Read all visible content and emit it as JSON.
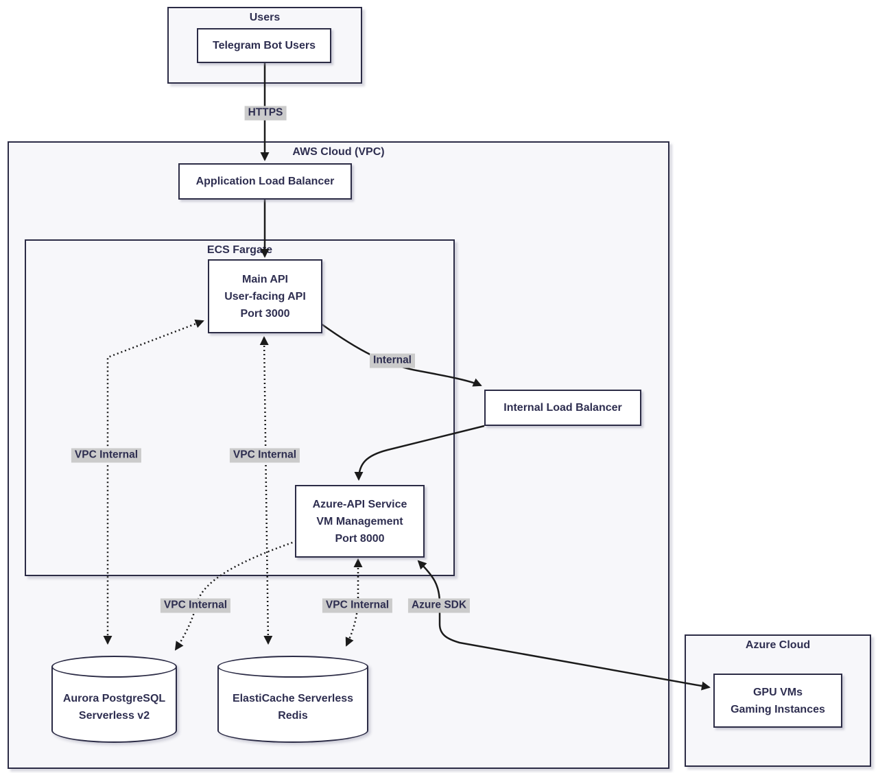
{
  "diagram": {
    "type": "architecture-flowchart",
    "groups": {
      "users": {
        "label": "Users"
      },
      "aws": {
        "label": "AWS Cloud (VPC)"
      },
      "ecs": {
        "label": "ECS Fargate"
      },
      "azure": {
        "label": "Azure Cloud"
      }
    },
    "nodes": {
      "telegram": {
        "label": "Telegram Bot Users"
      },
      "alb": {
        "label": "Application Load Balancer"
      },
      "main_api": {
        "lines": [
          "Main API",
          "User-facing API",
          "Port 3000"
        ]
      },
      "ilb": {
        "label": "Internal Load Balancer"
      },
      "azure_api": {
        "lines": [
          "Azure-API Service",
          "VM Management",
          "Port 8000"
        ]
      },
      "aurora": {
        "lines": [
          "Aurora PostgreSQL",
          "Serverless v2"
        ]
      },
      "redis": {
        "lines": [
          "ElastiCache Serverless",
          "Redis"
        ]
      },
      "gpu": {
        "lines": [
          "GPU VMs",
          "Gaming Instances"
        ]
      }
    },
    "edges": [
      {
        "from": "Telegram Bot Users",
        "to": "Application Load Balancer",
        "label": "HTTPS",
        "style": "solid",
        "direction": "one-way"
      },
      {
        "from": "Application Load Balancer",
        "to": "Main API",
        "label": "",
        "style": "solid",
        "direction": "one-way"
      },
      {
        "from": "Main API",
        "to": "Internal Load Balancer",
        "label": "Internal",
        "style": "solid",
        "direction": "one-way"
      },
      {
        "from": "Internal Load Balancer",
        "to": "Azure-API Service",
        "label": "",
        "style": "solid",
        "direction": "one-way"
      },
      {
        "from": "Main API",
        "to": "Aurora PostgreSQL Serverless v2",
        "label": "VPC Internal",
        "style": "dotted",
        "direction": "two-way"
      },
      {
        "from": "Main API",
        "to": "ElastiCache Serverless Redis",
        "label": "VPC Internal",
        "style": "dotted",
        "direction": "two-way"
      },
      {
        "from": "Azure-API Service",
        "to": "Aurora PostgreSQL Serverless v2",
        "label": "VPC Internal",
        "style": "dotted",
        "direction": "one-way"
      },
      {
        "from": "Azure-API Service",
        "to": "ElastiCache Serverless Redis",
        "label": "VPC Internal",
        "style": "dotted",
        "direction": "two-way"
      },
      {
        "from": "Azure-API Service",
        "to": "GPU VMs",
        "label": "Azure SDK",
        "style": "solid",
        "direction": "two-way"
      }
    ],
    "colors": {
      "node_fill": "#ffffff",
      "group_fill": "#f7f7fa",
      "border": "#2b2b45",
      "text": "#2e2e50",
      "edge_line": "#1b1b1b",
      "edge_label_bg": "#cbcbcb",
      "page_bg": "#ffffff"
    }
  }
}
